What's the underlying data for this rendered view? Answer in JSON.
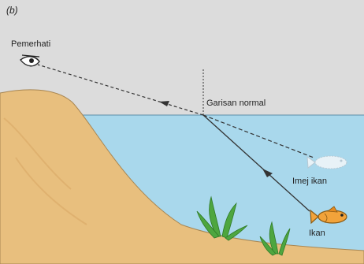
{
  "figure_label": "(b)",
  "labels": {
    "observer": "Pemerhati",
    "normal": "Garisan normal",
    "fish_image": "Imej ikan",
    "fish": "Ikan"
  },
  "colors": {
    "background": "#dcdcdc",
    "water": "#a9d8ec",
    "sand": "#e8bf7e",
    "ray": "#333333",
    "fish": "#f2a33a",
    "plant": "#4ea63f"
  }
}
